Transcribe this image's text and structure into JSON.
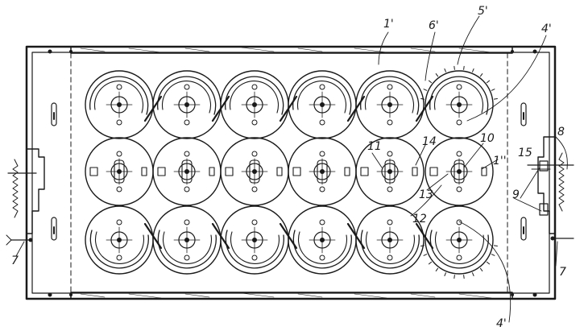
{
  "labels": {
    "l1prime": "1'",
    "l6prime": "6'",
    "l5prime": "5'",
    "l4prime_top": "4'",
    "l10": "10",
    "l11": "11",
    "l14": "14",
    "l1secondary": "1''",
    "l15": "15",
    "l8": "8",
    "l13": "13",
    "l12": "12",
    "l9": "9",
    "l7_left": "7",
    "l7_right": "7",
    "l4prime_bottom": "4'"
  },
  "grid": {
    "rows": 3,
    "cols": 6
  },
  "colors": {
    "ink": "#1a1a1a",
    "paper": "#ffffff"
  }
}
